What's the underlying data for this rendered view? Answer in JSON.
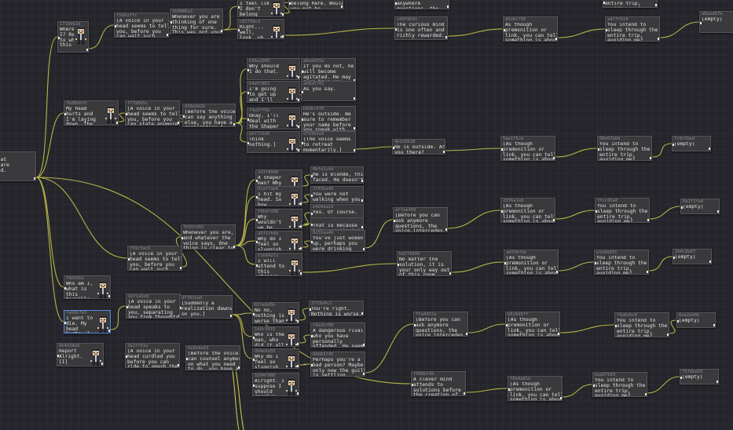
{
  "wire_color": "#c8c44a",
  "accent": "#4f8fe0",
  "nodes": [
    {
      "id": "",
      "text": "ocat\ns are\nred.",
      "portrait": false
    },
    {
      "id": "1719bb2d",
      "text": "Where am\nI? Report\nto what\nthis is",
      "portrait": true
    },
    {
      "id": "f5b6a7fc",
      "text": "[A voice in your\nhead seems to tell\nyou, before you\ncan wait such",
      "portrait": false
    },
    {
      "id": "5b9986e1",
      "text": "Whenever you are\nthinking of one\nthing for sure.\nThis was not your",
      "portrait": false
    },
    {
      "id": "",
      "text": "I feel like\nI don't\nbelong",
      "portrait": true
    },
    {
      "id": "",
      "text": "belong here. Would\nyou not be\nsilenced?",
      "portrait": false
    },
    {
      "id": "",
      "text": "anywhere\nquestions, the\nvoice intercedes.]",
      "portrait": false
    },
    {
      "id": "",
      "text": "entire trip,\navoiding me?",
      "portrait": false
    },
    {
      "id": "c82768cd",
      "text": "Right...\nwell,\nlook, uh.\nLet's see",
      "portrait": true
    },
    {
      "id": "c66f8b3c",
      "text": "The curious mind\nis one often and\nrichly rewarded.",
      "portrait": false
    },
    {
      "id": "a5d4c799",
      "text": "As though\npremonition or\nlink, you can tell\nsomething is about",
      "portrait": false
    },
    {
      "id": "a4f7f524",
      "text": "You intend to\nsleep through the\nentire trip,\navoiding me?",
      "portrait": false
    },
    {
      "id": "a8aea67b",
      "text": "[empty]",
      "portrait": false
    },
    {
      "id": "b36a1909",
      "text": "Why should\nI do that.",
      "portrait": true
    },
    {
      "id": "a6a4d55e",
      "text": "If you do not, he\nwill become\nagitated. He may\neven have you",
      "portrait": false
    },
    {
      "id": "b4e5f801",
      "text": "I'm going\nto get up\nand I'll\ndo what I",
      "portrait": true
    },
    {
      "id": "a66a5f01",
      "text": "As you say.",
      "portrait": false
    },
    {
      "id": "7b08b6f0",
      "text": "My head\nhurts and\nI'm laying\ndown. The",
      "portrait": true
    },
    {
      "id": "f7190b5c",
      "text": "[A voice in your\nhead seems to tell\nyou, before you\ncan state anymore",
      "portrait": false
    },
    {
      "id": "d38a9d2b",
      "text": "[Before the voice\ncan say anything\nelse, you have a\nrealization.]",
      "portrait": false
    },
    {
      "id": "f4a3ff0a",
      "text": "Okay, I'll\ndeal with\nthe Shaper\nman.",
      "portrait": true
    },
    {
      "id": "b9d6c470",
      "text": "He's outside. Be\nsure to remember\nyour name before\nyou speak with",
      "portrait": false
    },
    {
      "id": "a9f72936",
      "text": "Think\nnothing.]",
      "portrait": true
    },
    {
      "id": "d7d3b5e9",
      "text": "[The voice seems\nto retreat\nmomentarily.]",
      "portrait": false
    },
    {
      "id": "4e1e0b28",
      "text": "He is outside. Are\nyou there?",
      "portrait": false
    },
    {
      "id": "5aa1f6ce",
      "text": "[As though\npremonition or\nlink, you can tell\nsomething is about",
      "portrait": false
    },
    {
      "id": "60e63bbb",
      "text": "You intend to\nsleep through the\nentire trip,\navoiding me?",
      "portrait": false
    },
    {
      "id": "7c9c5bed",
      "text": "[empty]",
      "portrait": false
    },
    {
      "id": "a33f8988",
      "text": "A Shaper\nman? Why\nhim?",
      "portrait": true
    },
    {
      "id": "0bfa1c4d",
      "text": "He is blonde, thin\nfaced. He doesn't\nlike you very",
      "portrait": false
    },
    {
      "id": "81af7ae6",
      "text": "I hit my\nhead. So\nhow\ncould I",
      "portrait": true
    },
    {
      "id": "2f83ba49",
      "text": "You were not\nwalking when you\nhit your head.",
      "portrait": false
    },
    {
      "id": "f9b9fd98",
      "text": "Why\nwouldn't\nwe be\ngoing to",
      "portrait": true
    },
    {
      "id": "e4b4da19",
      "text": "Yes. Of course.",
      "portrait": false
    },
    {
      "id": "",
      "text": "That is because\ninter-ventionists",
      "portrait": false
    },
    {
      "id": "a5f1fb0d",
      "text": "Why do I\nfeel so\nsluggish\nI've done",
      "portrait": true
    },
    {
      "id": "8c51ea4b",
      "text": "You've just woken\nup, perhaps you\nwere drinking\nbefore you hurt",
      "portrait": false
    },
    {
      "id": "af7ee460",
      "text": "[Before you can\nask anymore\nquestions, the\nvoice intercedes.]",
      "portrait": false
    },
    {
      "id": "23f6a1e6",
      "text": "[As though\npremonition or\nlink, you can tell\nsomething is about",
      "portrait": false
    },
    {
      "id": "3fcc65a0",
      "text": "You intend to\nsleep through the\nentire trip,\navoiding me?",
      "portrait": false
    },
    {
      "id": "0a1f1fa8",
      "text": "[empty]",
      "portrait": false
    },
    {
      "id": "7b55fd55",
      "text": "Whenever you are,\nand whatever the\nvoice says. One\nthing is clear to",
      "portrait": false
    },
    {
      "id": "f1b84211",
      "text": "I will\nattend to\nthis\nstrange",
      "portrait": true
    },
    {
      "id": "bd7f6606",
      "text": "No matter the\nsolution, it is\nyour only way out\nof this room.",
      "portrait": false
    },
    {
      "id": "ab53bf0a",
      "text": "[As though\npremonition or\nlink, you can tell\nsomething is about",
      "portrait": false
    },
    {
      "id": "a1e6b031",
      "text": "You intend to\nsleep through the\nentire trip,\navoiding me?",
      "portrait": false
    },
    {
      "id": "2b4c8a67",
      "text": "[empty]",
      "portrait": false
    },
    {
      "id": "f59c5ac6",
      "text": "[A voice in your\nhead seems to tell\nyou, before you\ncan wait such",
      "portrait": false
    },
    {
      "id": "f8b50b2",
      "text": "Who am I,\nwhat is\nthis\nterrible",
      "portrait": true
    },
    {
      "id": "fab9b7b5",
      "text": "I want to\ndie. My\nhead\nhurts. I",
      "portrait": true
    },
    {
      "id": "1bf1a5e9",
      "text": "[A voice in your\nhead speaks to\nyou, separating\nyou from thoughts",
      "portrait": false
    },
    {
      "id": "d7f81ba0",
      "text": "[Suddenly a\nrealization dawns\non you.]",
      "portrait": false
    },
    {
      "id": "62fe9d5b",
      "text": "No no,\nnothing is\nworse than\nsomething.",
      "portrait": true
    },
    {
      "id": "2f33e0c1",
      "text": "You're right.\nNothing is worse.",
      "portrait": false
    },
    {
      "id": "1d0c3015",
      "text": "Who is the\nman, who\ndid it all\nfor me?",
      "portrait": true
    },
    {
      "id": "f4a2bf89",
      "text": "A dangerous rival\nwho you have\npersonally\noffended. He seems",
      "portrait": false
    },
    {
      "id": "2b6e5a55",
      "text": "Why do I\nfeel so\nsluggish\nI've",
      "portrait": true
    },
    {
      "id": "84b63f45",
      "text": "Perhaps you're a\nbad person? Maybe\nonly now the guilt\nis settling.",
      "portrait": false
    },
    {
      "id": "7fa44f2a",
      "text": "[Before you can\nask anymore\nquestions, the\nvoice intercedes.]",
      "portrait": false
    },
    {
      "id": "b6c8d9ff",
      "text": "[As though\npremonition or\nlink, you can tell\nsomething is about",
      "portrait": false
    },
    {
      "id": "f4a6dbc6",
      "text": "You intend to\nsleep through the\nentire trip,\navoiding me?",
      "portrait": false
    },
    {
      "id": "6ea2ab0b",
      "text": "[empty]",
      "portrait": false
    },
    {
      "id": "4b4d38e0",
      "text": "Report\nAlright.\n[I]",
      "portrait": true
    },
    {
      "id": "2b2ff03a",
      "text": "[A voice in your\nhead curdled you\nbefore you can\nride to smash the",
      "portrait": false
    },
    {
      "id": "0e6b4e63",
      "text": "[Before the voice\ncan counsel anymore\non what you need\nto do, you have a",
      "portrait": false
    },
    {
      "id": "1b94f908",
      "text": "Alright. I\nsuppose I\nshould\nresolve",
      "portrait": true
    },
    {
      "id": "f4d9bf49",
      "text": "A clever mind\nattends to\nsolutions before\nthe creation of",
      "portrait": false
    },
    {
      "id": "f6b4a81e",
      "text": "[As though\npremonition or\nlink, you can tell\nsomething is about",
      "portrait": false
    },
    {
      "id": "bae97b83",
      "text": "You intend to\nsleep through the\nentire trip,\navoiding me?",
      "portrait": false
    },
    {
      "id": "f5f8ba93",
      "text": "[empty]",
      "portrait": false
    }
  ]
}
